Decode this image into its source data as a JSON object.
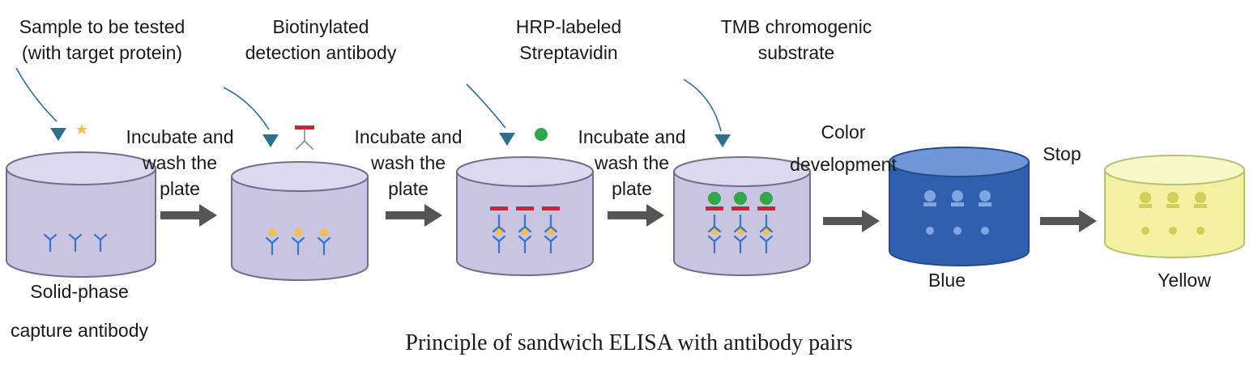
{
  "reagents": {
    "sample": [
      "Sample to be tested",
      "(with target protein)"
    ],
    "detection": [
      "Biotinylated",
      "detection antibody"
    ],
    "hrp": [
      "HRP-labeled",
      "Streptavidin"
    ],
    "tmb": [
      "TMB chromogenic",
      "substrate"
    ]
  },
  "steps": {
    "step1": [
      "Incubate and",
      "wash the",
      "plate"
    ],
    "step2": [
      "Incubate and",
      "wash the",
      "plate"
    ],
    "step3": [
      "Incubate and",
      "wash the",
      "plate"
    ],
    "color": [
      "Color",
      "development"
    ],
    "stop": "Stop"
  },
  "wells": {
    "first_label": [
      "Solid-phase",
      "capture antibody"
    ],
    "blue_label": "Blue",
    "yellow_label": "Yellow"
  },
  "caption": "Principle of sandwich ELISA with antibody pairs",
  "colors": {
    "well_purple": "#c9c4e2",
    "well_purple_rim": "#dcd8ef",
    "well_outline": "#6f6f8a",
    "well_blue": "#2f5fae",
    "well_blue_rim": "#6f97d6",
    "well_yellow": "#f1f1a0",
    "well_yellow_rim": "#f7f7c7",
    "well_yellow_outline": "#b7c277",
    "antibody": "#3a74c4",
    "antigen": "#f3c04c",
    "biotin_bar": "#d0203a",
    "streptavidin": "#2fa84a",
    "pointer": "#2f6f8c",
    "arrow": "#555555"
  }
}
